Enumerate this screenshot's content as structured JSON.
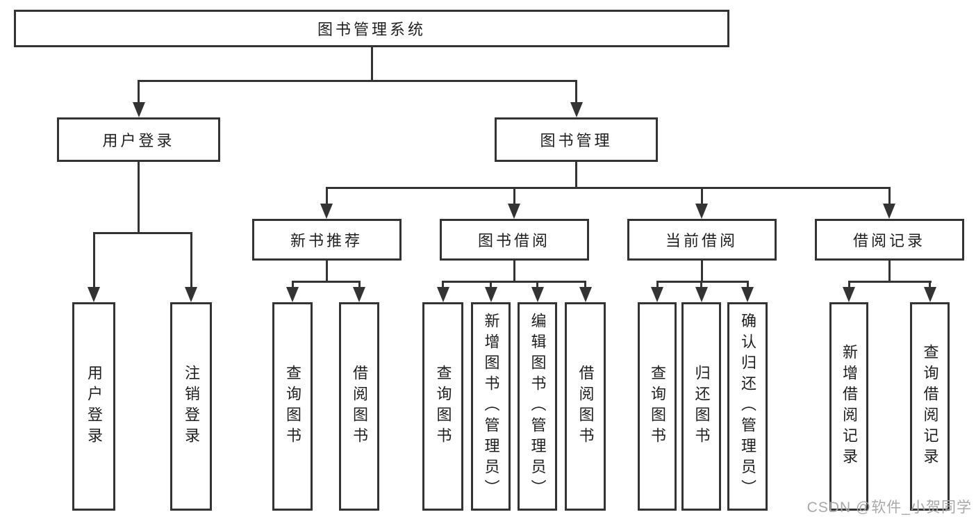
{
  "diagram": {
    "root": {
      "label": "图书管理系统"
    },
    "branches": [
      {
        "label": "用户登录",
        "children": [
          {
            "label": "用户登录"
          },
          {
            "label": "注销登录"
          }
        ]
      },
      {
        "label": "图书管理",
        "children": [
          {
            "label": "新书推荐",
            "children": [
              {
                "label": "查询图书"
              },
              {
                "label": "借阅图书"
              }
            ]
          },
          {
            "label": "图书借阅",
            "children": [
              {
                "label": "查询图书"
              },
              {
                "label": "新增图书（管理员）"
              },
              {
                "label": "编辑图书（管理员）"
              },
              {
                "label": "借阅图书"
              }
            ]
          },
          {
            "label": "当前借阅",
            "children": [
              {
                "label": "查询图书"
              },
              {
                "label": "归还图书"
              },
              {
                "label": "确认归还（管理员）"
              }
            ]
          },
          {
            "label": "借阅记录",
            "children": [
              {
                "label": "新增借阅记录"
              },
              {
                "label": "查询借阅记录"
              }
            ]
          }
        ]
      }
    ]
  },
  "watermark": {
    "text": "CSDN @软件_小贺同学"
  },
  "colors": {
    "line": "#333333",
    "text": "#1f1f1f",
    "background": "#ffffff",
    "watermark": "#a8a8a8"
  }
}
